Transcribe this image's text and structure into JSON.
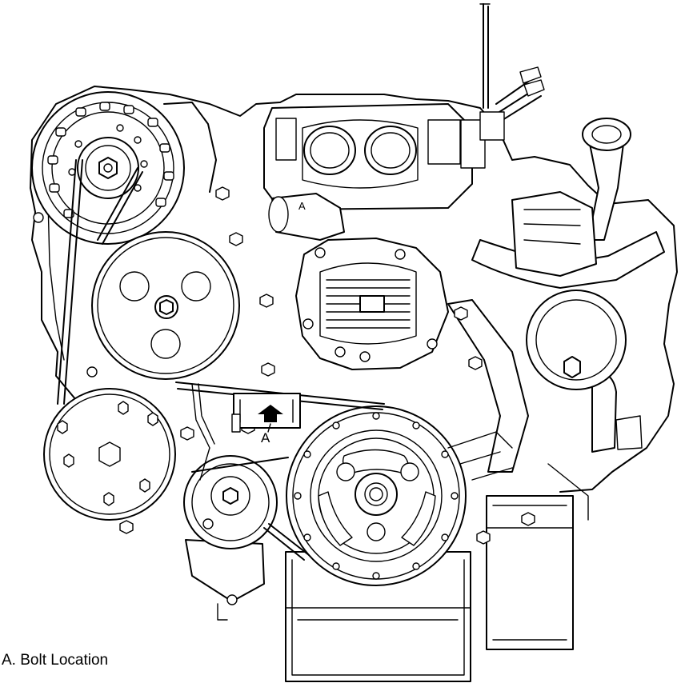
{
  "callouts": {
    "main_letter": "A",
    "thermostat_letter": "A"
  },
  "caption": {
    "text": "A. Bolt Location"
  },
  "colors": {
    "line": "#000000",
    "background": "#ffffff"
  },
  "icons": {
    "callout_arrow": "up-arrow-icon"
  }
}
